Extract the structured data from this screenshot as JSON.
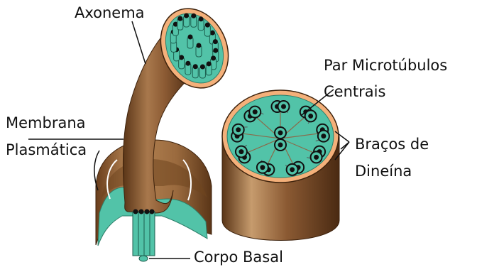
{
  "labels": {
    "axonema": "Axonema",
    "membrana_line1": "Membrana",
    "membrana_line2": "Plasmática",
    "par_line1": "Par Microtúbulos",
    "par_line2": "Centrais",
    "bracos_line1": "Braços de",
    "bracos_line2": "Dineína",
    "corpo_basal": "Corpo Basal"
  },
  "colors": {
    "body_brown": "#8b5a33",
    "body_dark": "#5a3517",
    "body_light": "#c69b6d",
    "membrane_orange": "#f4b07a",
    "teal": "#52c3a8",
    "teal_dark": "#3a9f86",
    "black": "#111111"
  }
}
